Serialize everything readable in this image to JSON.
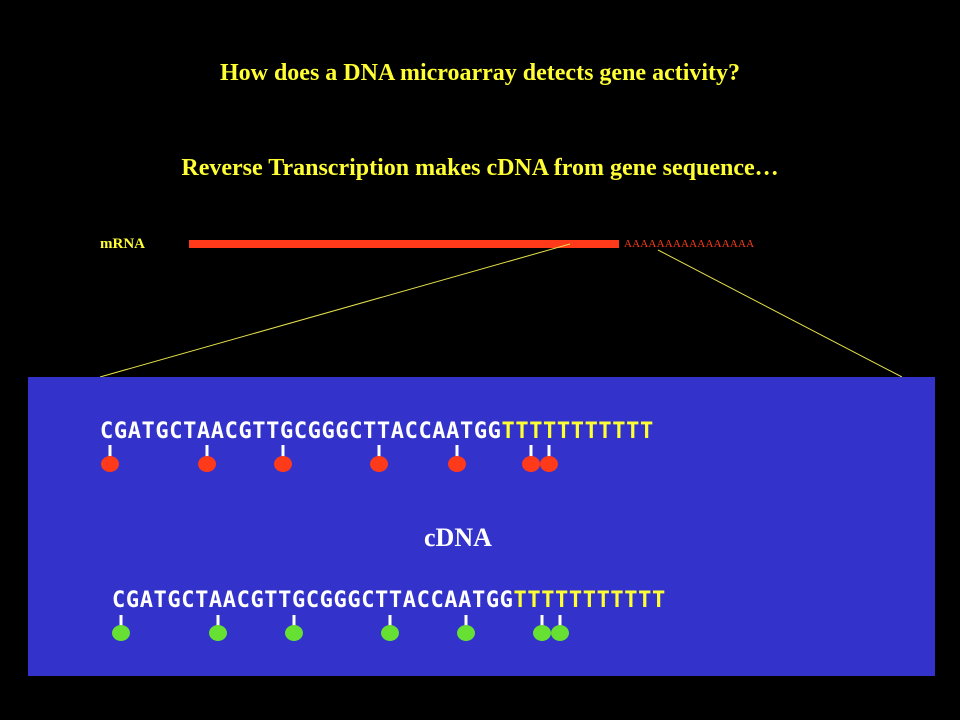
{
  "title": "How does a DNA microarray detects gene activity?",
  "subtitle": "Reverse Transcription makes cDNA from gene sequence…",
  "mrna": {
    "label": "mRNA",
    "poly_a_tail": "AAAAAAAAAAAAAAAA",
    "bar_color": "#ff3a1a"
  },
  "panel": {
    "background_color": "#3333cc",
    "cdna_label": "cDNA",
    "top_strand": {
      "sequence": "CGATGCTAACGTTGCGGGCTTACCAATGG",
      "tail": "TTTTTTTTTTT",
      "marker_color": "#ff3a1a"
    },
    "bottom_strand": {
      "sequence": "CGATGCTAACGTTGCGGGCTTACCAATGG",
      "tail": "TTTTTTTTTTT",
      "marker_color": "#66e033"
    }
  },
  "colors": {
    "text_accent": "#ffff33",
    "background": "#000000"
  }
}
